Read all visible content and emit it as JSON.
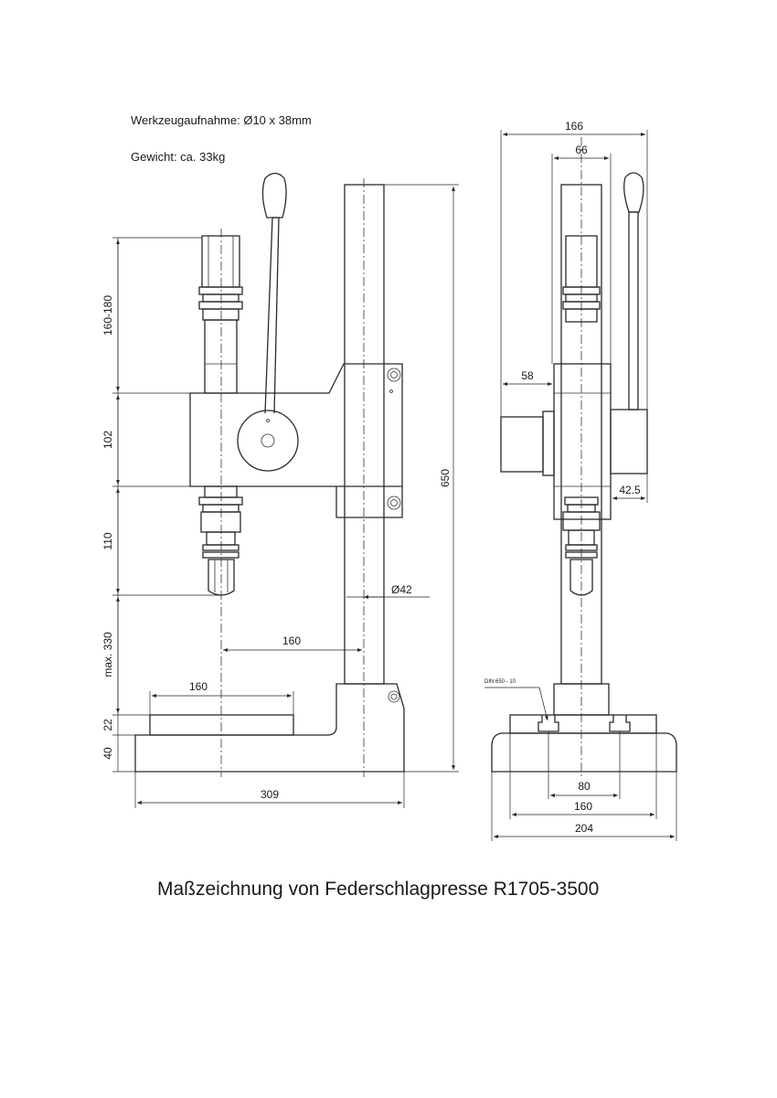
{
  "notes": {
    "tool_holder": "Werkzeugaufnahme: Ø10 x 38mm",
    "weight": "Gewicht: ca. 33kg"
  },
  "caption": "Maßzeichnung von Federschlagpresse R1705-3500",
  "side_view": {
    "dim_stroke": "160-180",
    "dim_head": "102",
    "dim_lower": "110",
    "dim_max_opening": "max. 330",
    "dim_table_height": "22",
    "dim_base_height": "40",
    "dim_total_height": "650",
    "dim_column_diameter": "Ø42",
    "dim_throat": "160",
    "dim_table_width": "160",
    "dim_base_length": "309"
  },
  "front_view": {
    "dim_overall_width": "166",
    "dim_column_width": "66",
    "dim_spring_offset": "58",
    "dim_lever_offset": "42.5",
    "slot_note": "DIN 650 - 10",
    "dim_slot_spacing": "80",
    "dim_table_width": "160",
    "dim_base_width": "204"
  },
  "colors": {
    "ink": "#1a1a1a",
    "paper": "#ffffff"
  }
}
